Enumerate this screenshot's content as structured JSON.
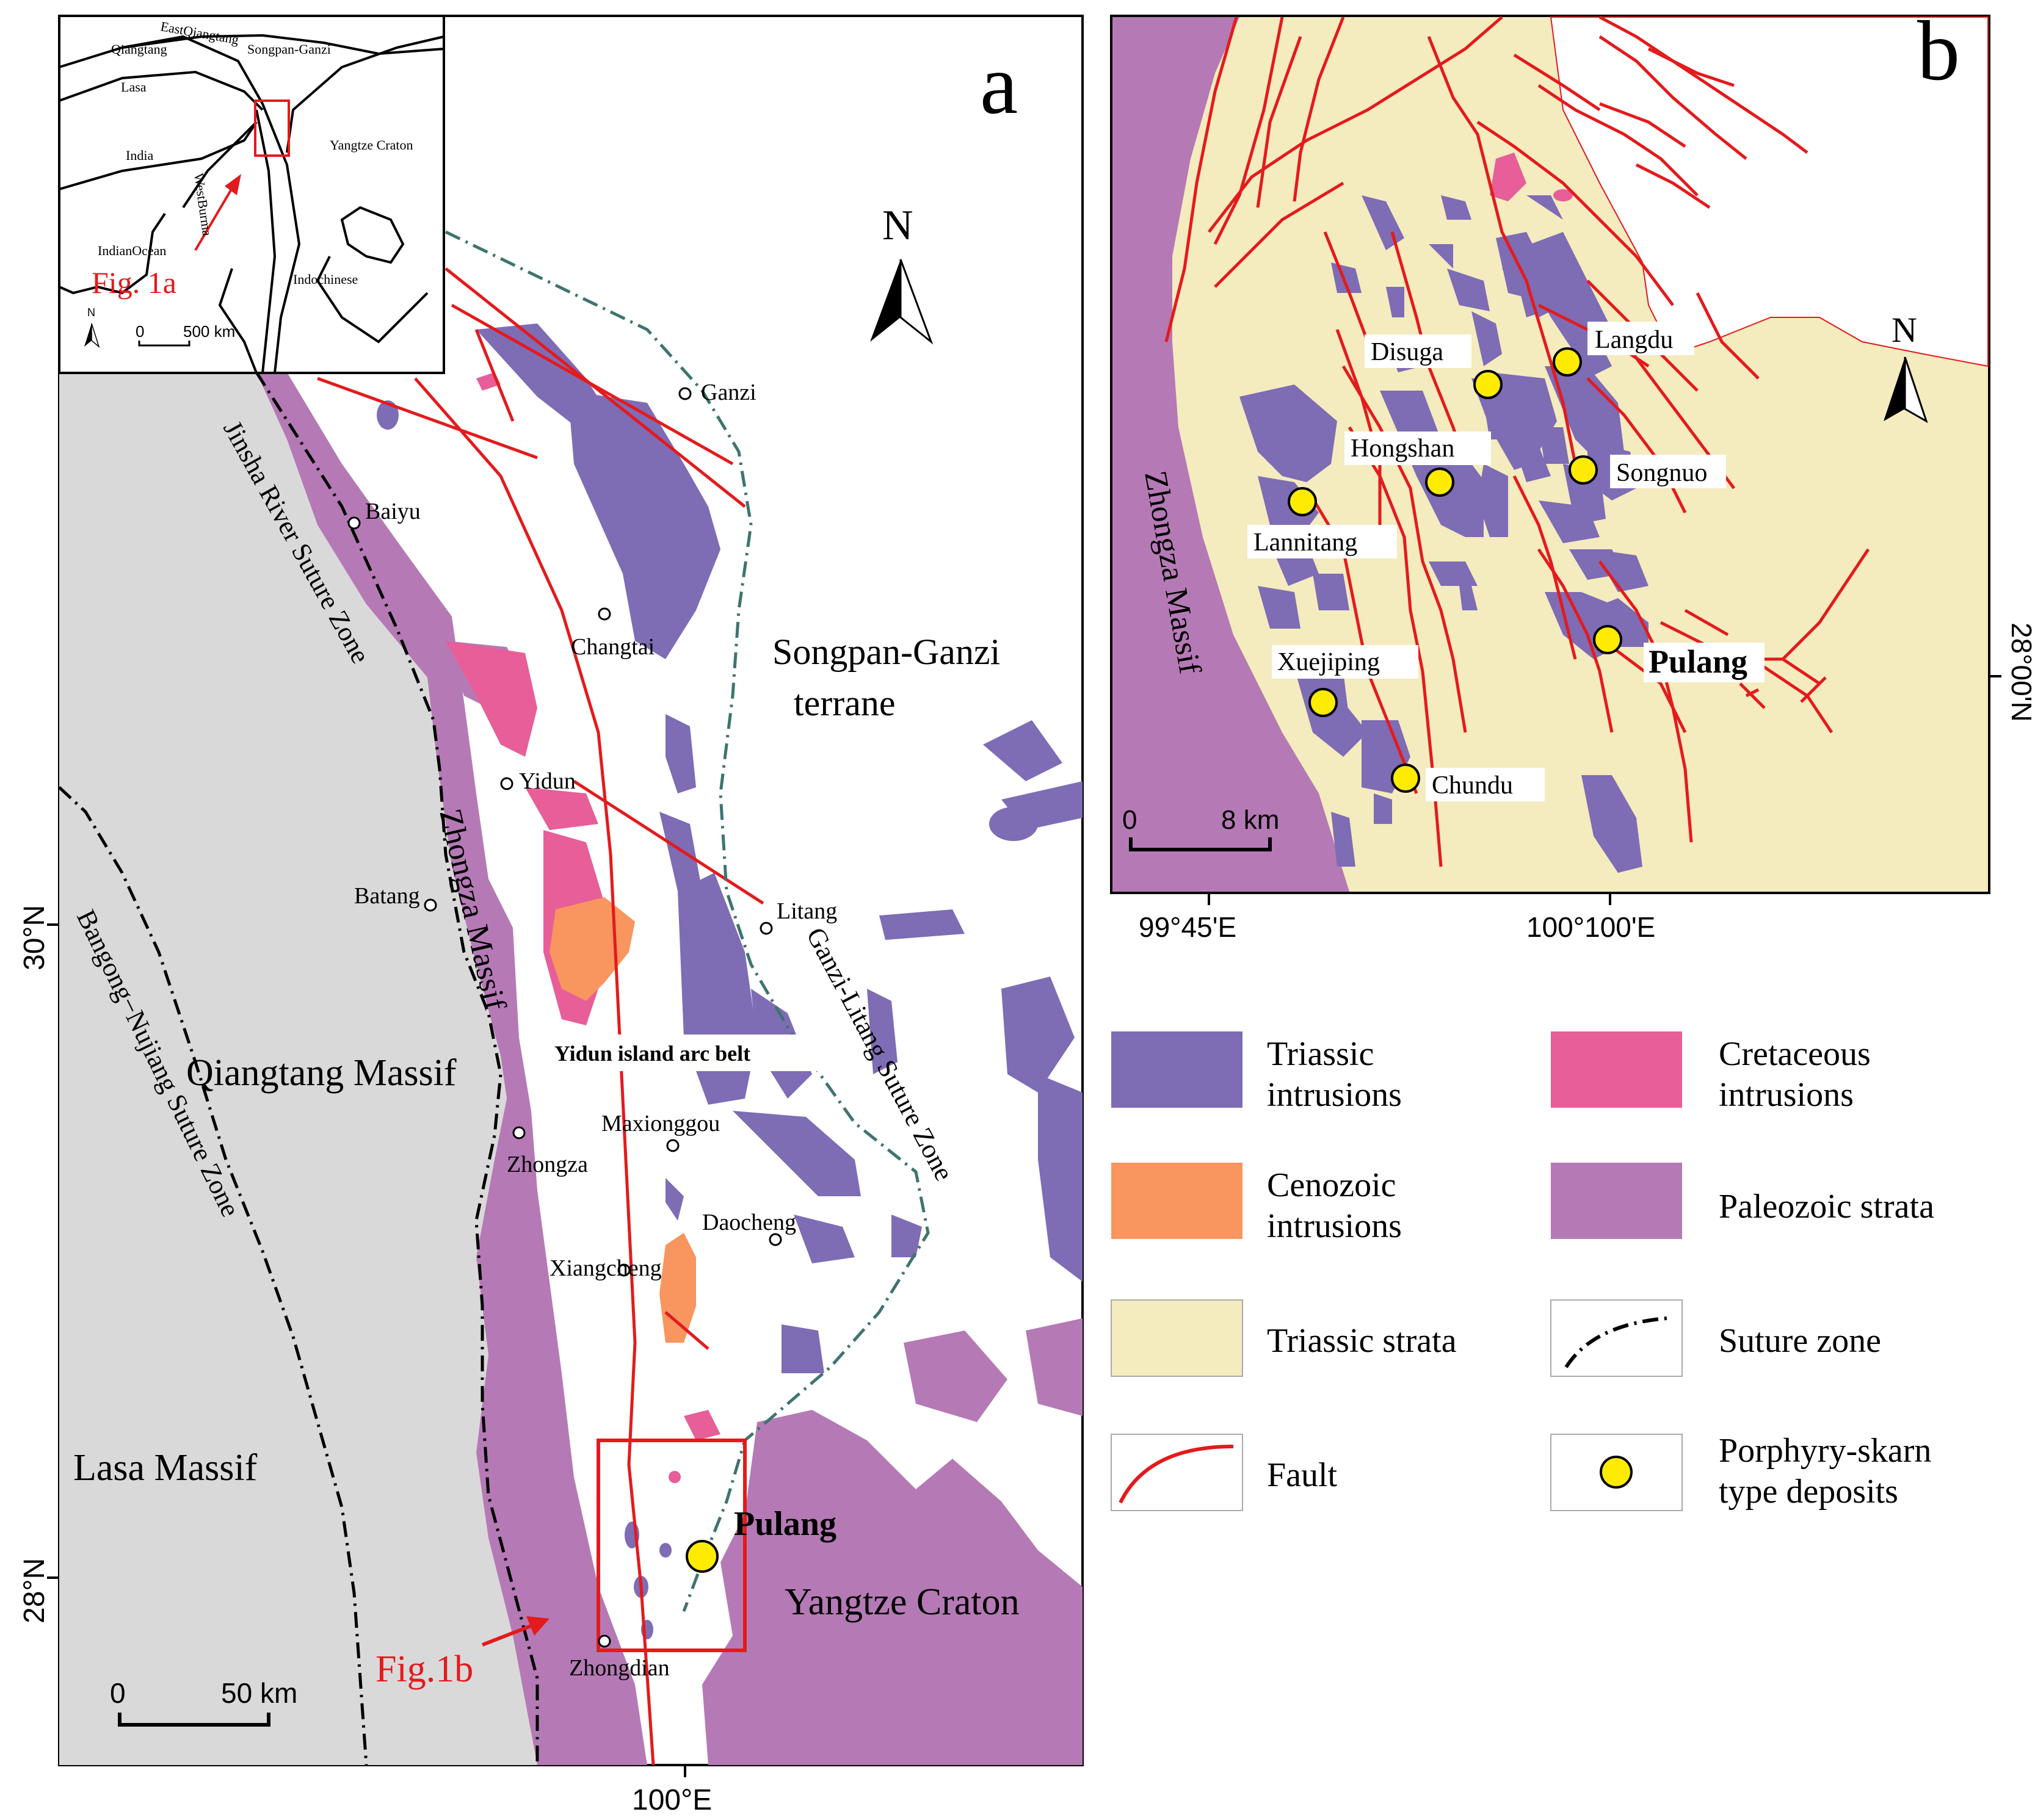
{
  "panel_a": {
    "letter": "a",
    "north": "N",
    "terranes": {
      "songpan": "Songpan-Ganzi",
      "songpan_2": "terrane",
      "qiangtang": "Qiangtang Massif",
      "lasa": "Lasa Massif",
      "yangtze": "Yangtze Craton",
      "zhongza": "Zhongza Massif",
      "yidun_belt": "Yidun  island arc belt"
    },
    "sutures": {
      "jinsha": "Jinsha River Suture Zone",
      "bangong": "Bangong−Nujiang  Suture Zone",
      "ganzi": "Ganzi-Litang Suture Zone"
    },
    "towns": [
      "Ganzi",
      "Baiyu",
      "Changtai",
      "Yidun",
      "Batang",
      "Litang",
      "Maxionggou",
      "Zhongza",
      "Daocheng",
      "Xiangcheng",
      "Zhongdian"
    ],
    "deposit_label": "Pulang",
    "fig1b_label": "Fig.1b",
    "scale": {
      "zero": "0",
      "dist": "50 km"
    },
    "axis": {
      "lat30": "30°N",
      "lat28": "28°N",
      "lon100": "100°E"
    },
    "inset": {
      "labels": [
        "EastQiangtang",
        "Qiangtang",
        "Songpan-Ganzi",
        "Lasa",
        "India",
        "Yangtze Craton",
        "WestBurma",
        "IndianOcean",
        "Indochinese"
      ],
      "fig1a": "Fig. 1a",
      "north": "N",
      "scale_zero": "0",
      "scale_dist": "500 km"
    }
  },
  "panel_b": {
    "letter": "b",
    "north": "N",
    "massif": "Zhongza Massif",
    "deposits": [
      "Langdu",
      "Disuga",
      "Hongshan",
      "Songnuo",
      "Lannitang",
      "Pulang",
      "Xuejiping",
      "Chundu"
    ],
    "scale": {
      "zero": "0",
      "dist": "8 km"
    },
    "axis": {
      "lon_left": "99°45'E",
      "lon_right": "100°100'E",
      "lat": "28°00'N"
    }
  },
  "legend": [
    {
      "label1": "Triassic",
      "label2": "intrusions",
      "color": "#7E6CB5"
    },
    {
      "label1": "Cretaceous",
      "label2": "intrusions",
      "color": "#E75E98"
    },
    {
      "label1": "Cenozoic",
      "label2": "intrusions",
      "color": "#F9955E"
    },
    {
      "label1": "Paleozoic strata",
      "label2": "",
      "color": "#B57AB5"
    },
    {
      "label1": "Triassic strata",
      "label2": "",
      "color": "#F4EBBF"
    },
    {
      "label1": "Suture zone",
      "label2": "",
      "symbol": "dash-dot"
    },
    {
      "label1": "Fault",
      "label2": "",
      "color": "#E41A1C"
    },
    {
      "label1": "Porphyry-skarn",
      "label2": "type deposits",
      "color": "#FFEB00"
    }
  ],
  "colors": {
    "triassic": "#7E6CB5",
    "cretaceous": "#E75E98",
    "cenozoic": "#F9955E",
    "paleozoic": "#B57AB5",
    "triassic_strata": "#F4EBBF",
    "gray": "#D9D9D9",
    "fault": "#E41A1C",
    "suture_teal": "#3E7470",
    "deposit": "#FFEB00"
  }
}
